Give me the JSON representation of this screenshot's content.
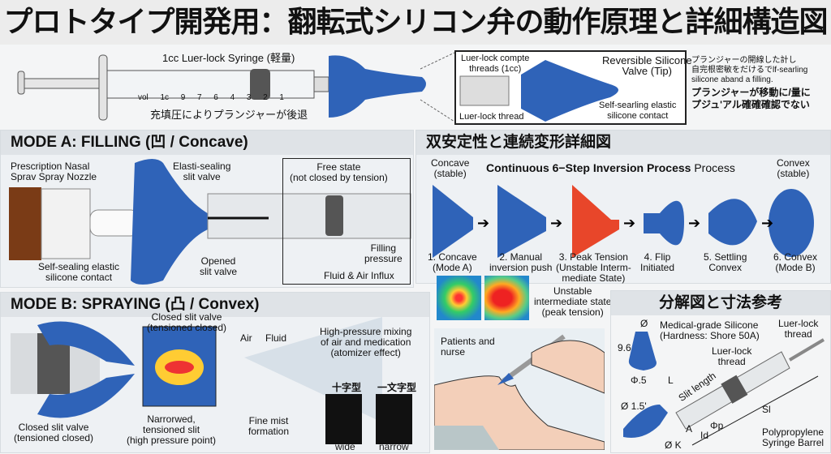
{
  "title": "プロトタイプ開発用：翻転式シリコン弁の動作原理と詳細構造図",
  "top": {
    "syringe_label": "1cc Luer-lock Syringe (軽量)",
    "scale_marks": [
      "1c",
      "9",
      "7",
      "6",
      "4",
      "3",
      "2",
      "1"
    ],
    "scale_unit": "vol",
    "plunger_note": "充填圧によりプランジャーが後退",
    "detail": {
      "threads": "Luer-lock compte\nthreads (1cc)",
      "thread": "Luer-lock thread",
      "valve": "Reversible Silicone\nValve (Tip)",
      "contact": "Self-searling elastic\nsilicone contact"
    },
    "notes_small": "プランジャーの開線した計し\n自完根密敏をだけるでlf-searling\nsilicone aband a filling.",
    "notes_bold": "プランジャーが移動に/量に\nプジュ'アル確確確認でない"
  },
  "mode_a": {
    "heading": "MODE A: FILLING (凹 / Concave)",
    "nozzle": "Prescription Nasal\nSprav Spray Nozzle",
    "contact": "Self-sealing elastic\nsilicone contact",
    "elasti": "Elasti-sealing\nslit valve",
    "opened": "Opened\nslit valve",
    "free": "Free state\n(not closed by tension)",
    "filling": "Filling\npressure",
    "influx": "Fluid & Air Influx"
  },
  "bistable": {
    "heading": "双安定性と連続変形詳細図",
    "process_title": "Continuous 6−Step Inversion Process",
    "process_suffix": "Process",
    "concave_stable": "Concave\n(stable)",
    "convex_stable": "Convex\n(stable)",
    "steps": [
      "1. Concave\n(Mode A)",
      "2. Manual\ninversion push",
      "3. Peak Tension\n(Unstable Interm-\nmediate State)",
      "4. Flip\nInitiated",
      "5. Settling\nConvex",
      "6. Convex\n(Mode B)"
    ],
    "heat_label": "Unstable\nintermediate state\n(peak tension)"
  },
  "mode_b": {
    "heading": "MODE B: SPRAYING (凸 / Convex)",
    "closed_top": "Closed slit valve\n(tensioned closed)",
    "closed_bottom": "Closed slit valve\n(tensioned closed)",
    "narrowed": "Narrorwed,\ntensioned slit\n(high pressure point)",
    "air": "Air",
    "fluid": "Fluid",
    "mixing": "High-pressure mixing\nof air and medication\n(atomizer effect)",
    "mist": "Fine mist\nformation",
    "pattern_cross": "十字型",
    "pattern_line": "一文字型",
    "wide": "wide",
    "narrow": "narrow"
  },
  "patient": {
    "label": "Patients and\nnurse"
  },
  "exploded": {
    "heading": "分解図と寸法参考",
    "silicone": "Medical-grade Silicone\n(Hardness: Shore 50A)",
    "luer1": "Luer-lock\nthread",
    "luer2": "Luer-lock\nthread",
    "slit": "Slit length",
    "barrel": "Polypropylene\nSyringe Barrel",
    "dims": {
      "h": "9.6",
      "d": "Ø",
      "p5": "Φ.5",
      "l": "L",
      "d15": "Ø 1.5'",
      "k": "Ø K",
      "a": "A",
      "id": "Id",
      "phi": "Φp",
      "sl": "Sl"
    }
  },
  "colors": {
    "silicone": "#2f63b8",
    "bg": "#eef1f4",
    "header": "#dfe3e7"
  }
}
